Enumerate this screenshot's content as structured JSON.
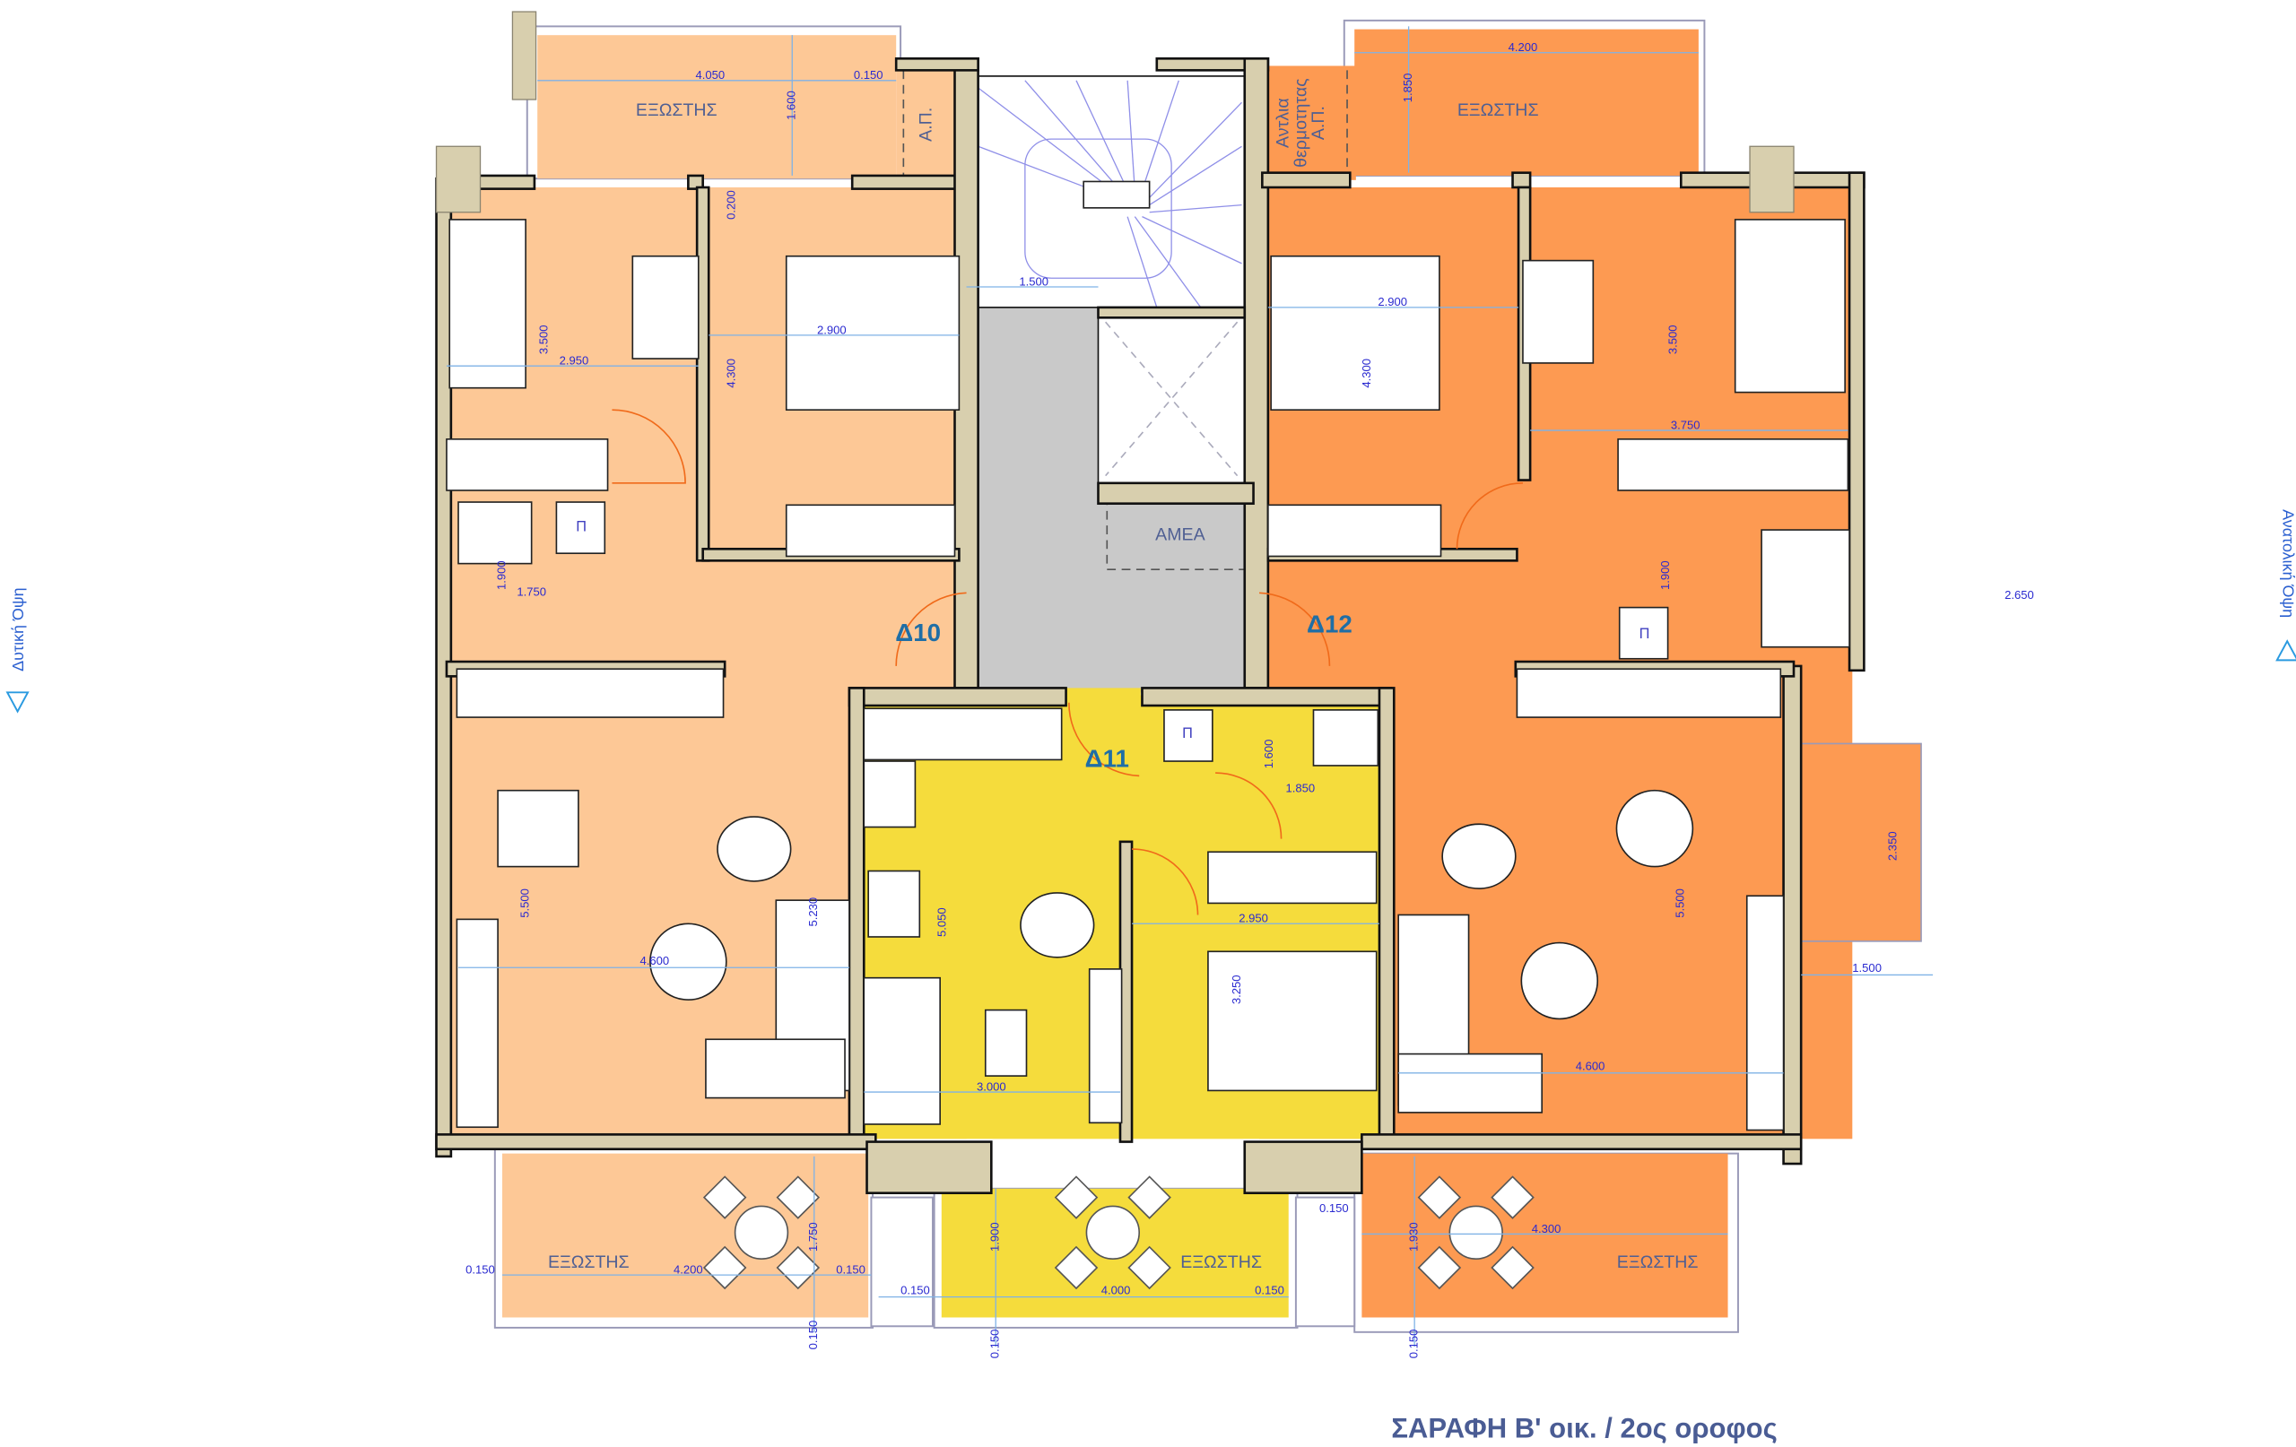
{
  "title": "ΣΑΡΑΦΗ Β' οικ. / 2ος οροφος",
  "elevations": {
    "west": "Δυτική Όψη",
    "east": "Ανατολική Όψη"
  },
  "units": {
    "d10": "Δ10",
    "d11": "Δ11",
    "d12": "Δ12"
  },
  "rooms": {
    "balcony": "ΕΞΩΣΤΗΣ",
    "ap": "Α.Π.",
    "heat_pump_line1": "Αντλια",
    "heat_pump_line2": "θερμοτητας",
    "heat_pump_line3": "Α.Π.",
    "amea": "ΑΜΕΑ",
    "pantry": "Π"
  },
  "colors": {
    "d10": "#fdc896",
    "d11": "#f5dc3c",
    "d12": "#fd9a52",
    "corridor": "#c9c9c9",
    "wall": "#d8cfae"
  },
  "dims": {
    "top_left": [
      "4.050",
      "0.150",
      "1.600",
      "0.200",
      "3.500",
      "2.950",
      "2.900",
      "4.300",
      "1.500",
      "1.900",
      "1.750"
    ],
    "top_right": [
      "4.200",
      "1.850",
      "2.900",
      "4.300",
      "3.500",
      "3.750",
      "1.900",
      "2.650"
    ],
    "middle": [
      "1.600",
      "1.850",
      "5.230",
      "5.500",
      "4.600",
      "5.050",
      "3.000",
      "2.950",
      "3.250",
      "5.500",
      "4.600",
      "2.350",
      "1.500"
    ],
    "bottom": [
      "0.150",
      "4.200",
      "0.150",
      "1.750",
      "0.150",
      "1.900",
      "4.000",
      "0.150",
      "0.150",
      "1.930",
      "4.300",
      "0.150",
      "0.150",
      "0.150"
    ]
  }
}
